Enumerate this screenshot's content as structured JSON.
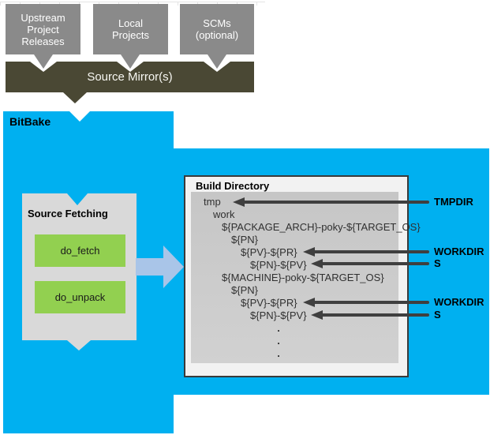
{
  "diagram_title": "BitBake source fetching flow",
  "colors": {
    "bitbake_blue": "#00b0f0",
    "mirror_olive": "#4a4834",
    "source_box_gray": "#8a8a8a",
    "fetching_box_gray": "#d9d9d9",
    "tree_panel_gray": "#c9c9c9",
    "task_green": "#92d050",
    "flow_arrow_blue": "#a9c5e8",
    "pointer_dark": "#3f3f3f",
    "build_dir_bg": "#f2f2f2"
  },
  "sources": {
    "boxes": [
      {
        "label": "Upstream\nProject\nReleases"
      },
      {
        "label": "Local\nProjects"
      },
      {
        "label": "SCMs\n(optional)"
      }
    ],
    "mirror_label": "Source Mirror(s)"
  },
  "bitbake": {
    "label": "BitBake",
    "source_fetching": {
      "title": "Source Fetching",
      "tasks": [
        {
          "label": "do_fetch"
        },
        {
          "label": "do_unpack"
        }
      ]
    },
    "build_directory": {
      "title": "Build Directory",
      "tree": [
        {
          "text": "tmp",
          "level": 0
        },
        {
          "text": "work",
          "level": 1
        },
        {
          "text": "${PACKAGE_ARCH}-poky-${TARGET_OS}",
          "level": 2
        },
        {
          "text": "${PN}",
          "level": 3
        },
        {
          "text": "${PV}-${PR}",
          "level": 4
        },
        {
          "text": "${PN}-${PV}",
          "level": 5
        },
        {
          "text": "${MACHINE}-poky-${TARGET_OS}",
          "level": 2
        },
        {
          "text": "${PN}",
          "level": 3
        },
        {
          "text": "${PV}-${PR}",
          "level": 4
        },
        {
          "text": "${PN}-${PV}",
          "level": 5
        }
      ],
      "ellipsis": [
        ".",
        ".",
        "."
      ]
    },
    "pointers": [
      {
        "label": "TMPDIR"
      },
      {
        "label": "WORKDIR"
      },
      {
        "label": "S"
      },
      {
        "label": "WORKDIR"
      },
      {
        "label": "S"
      }
    ]
  }
}
